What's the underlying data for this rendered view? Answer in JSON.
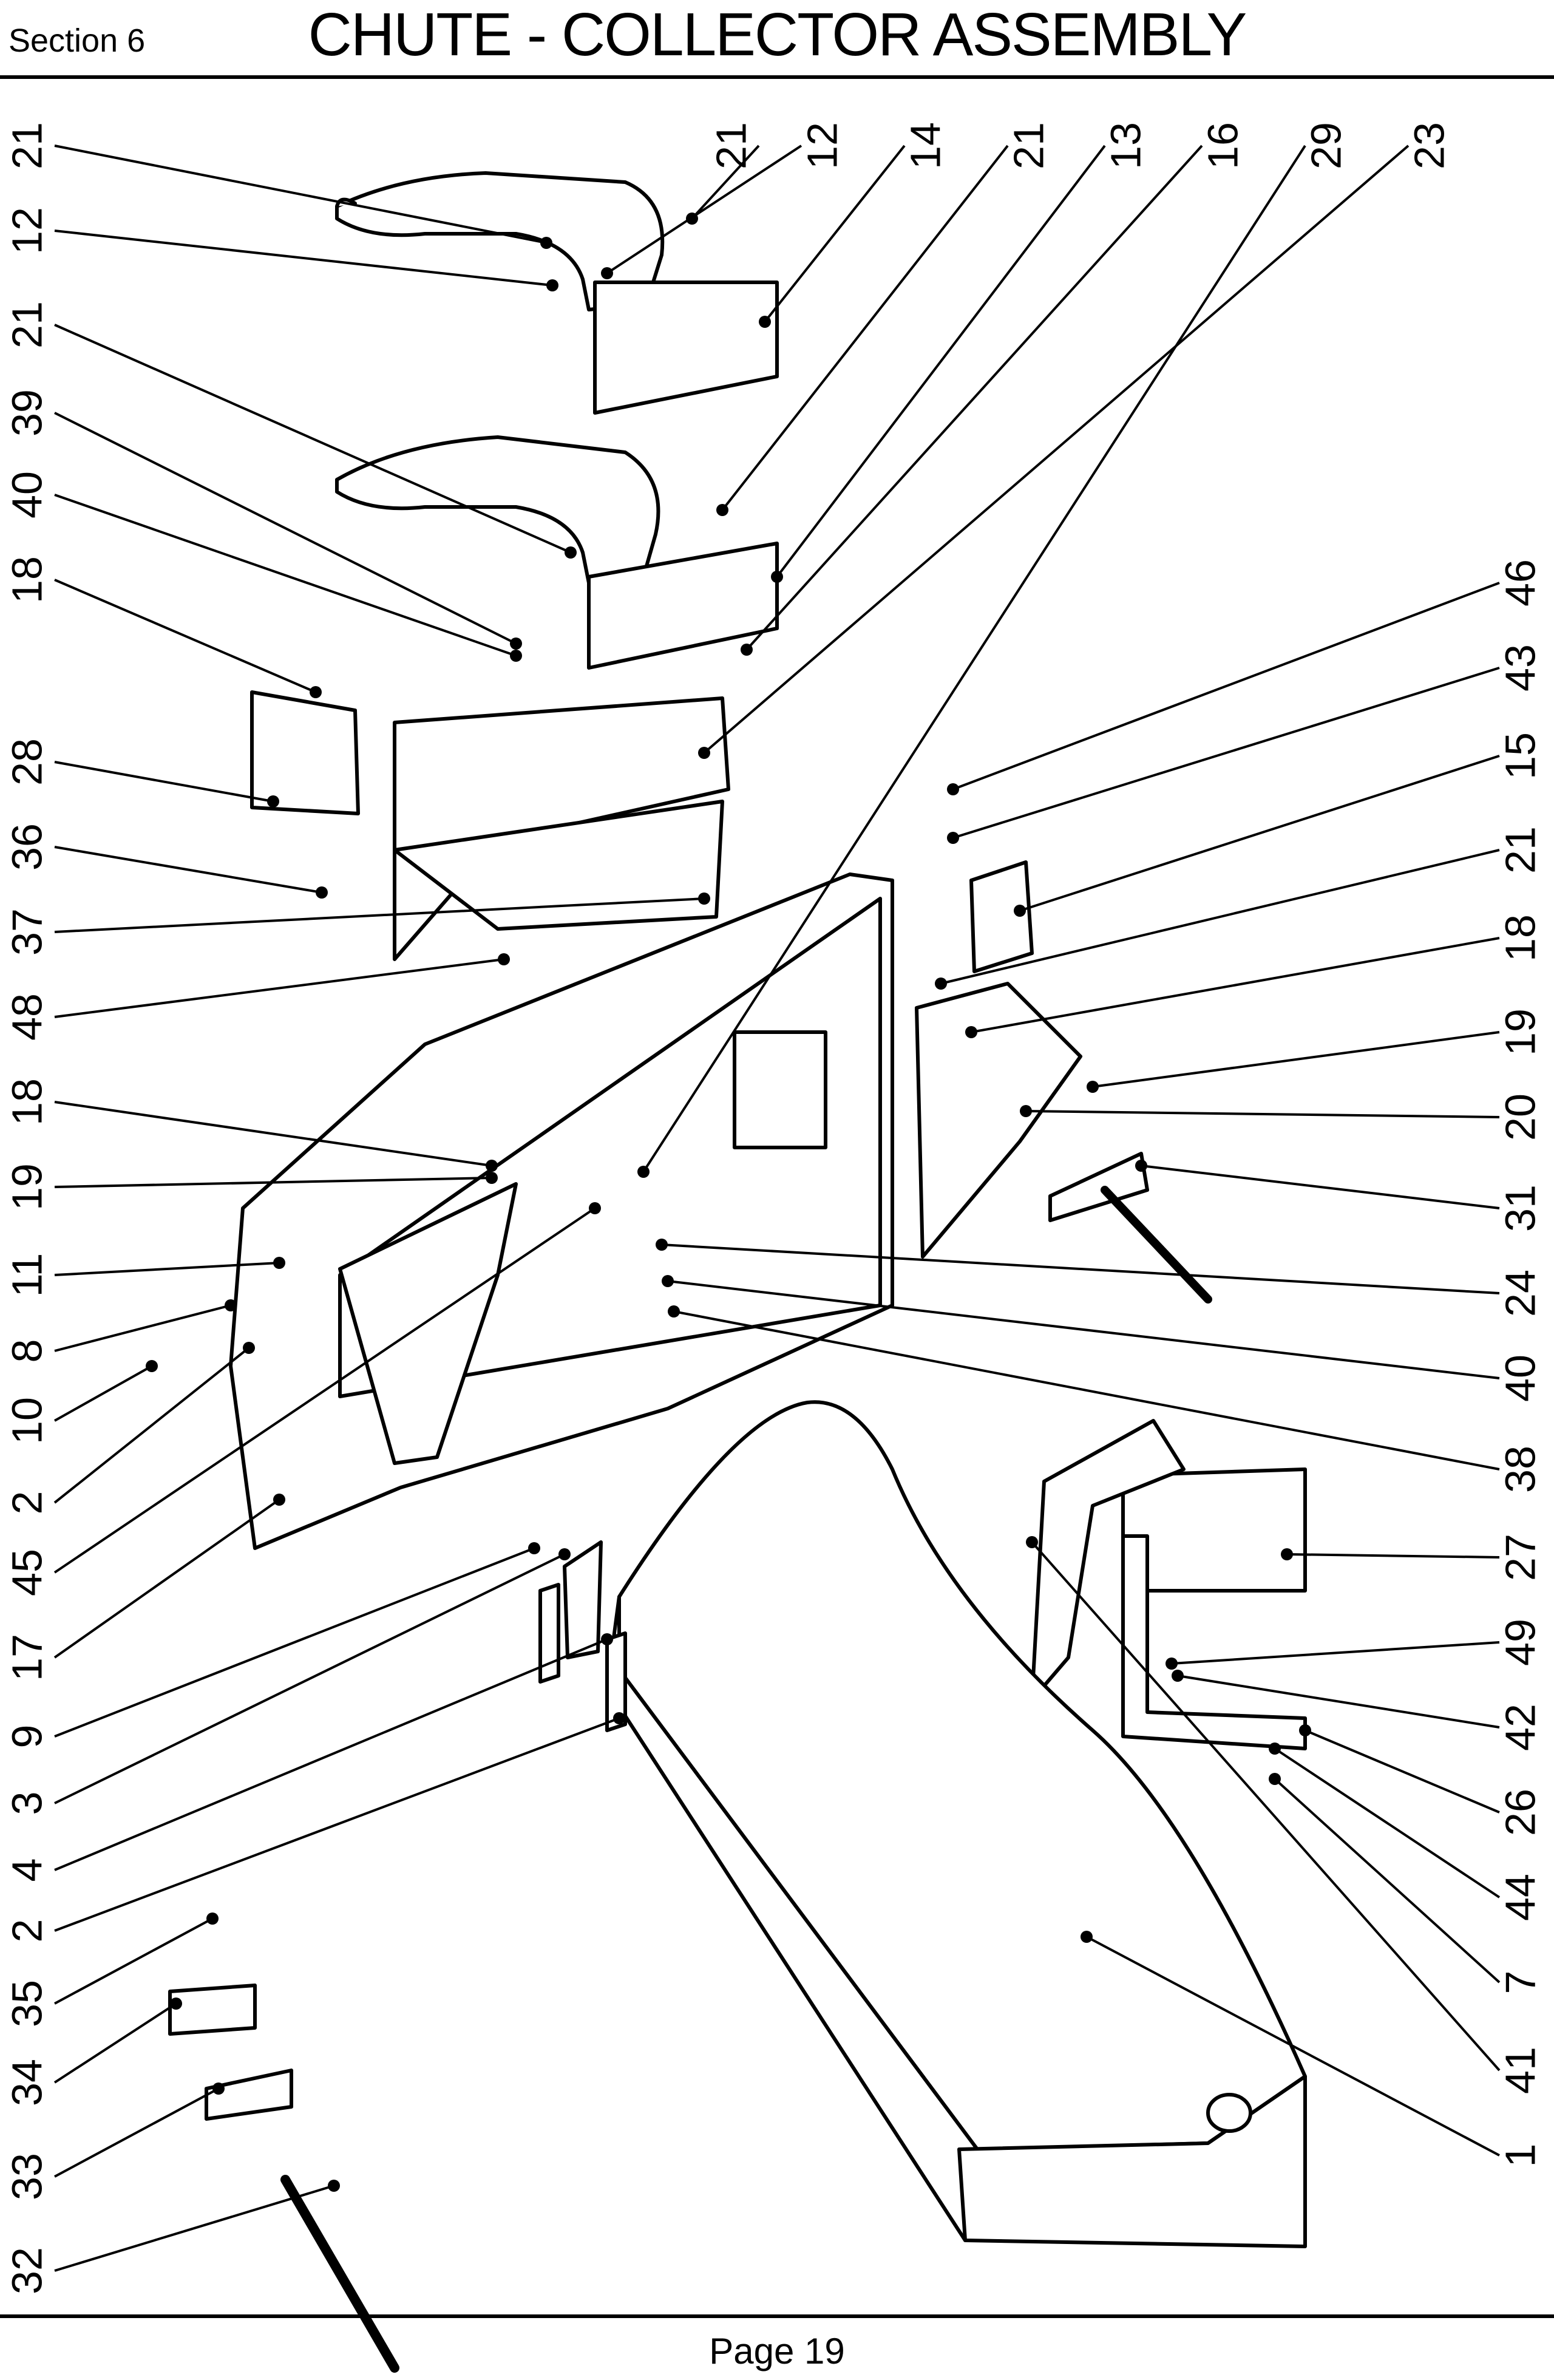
{
  "header": {
    "section_label": "Section 6",
    "title": "CHUTE - COLLECTOR ASSEMBLY"
  },
  "footer": {
    "page_label": "Page 19"
  },
  "diagram": {
    "left_callouts": [
      "21",
      "12",
      "21",
      "39",
      "40",
      "18",
      "28",
      "36",
      "37",
      "48",
      "18",
      "19",
      "11",
      "8",
      "10",
      "2",
      "45",
      "17",
      "9",
      "3",
      "4",
      "2",
      "35",
      "34",
      "33",
      "32"
    ],
    "top_callouts": [
      "21",
      "12",
      "14",
      "21",
      "13",
      "16",
      "29",
      "23"
    ],
    "right_callouts": [
      "46",
      "43",
      "15",
      "21",
      "18",
      "19",
      "20",
      "31",
      "24",
      "40",
      "38",
      "27",
      "49",
      "42",
      "26",
      "44",
      "7",
      "41",
      "1"
    ]
  }
}
